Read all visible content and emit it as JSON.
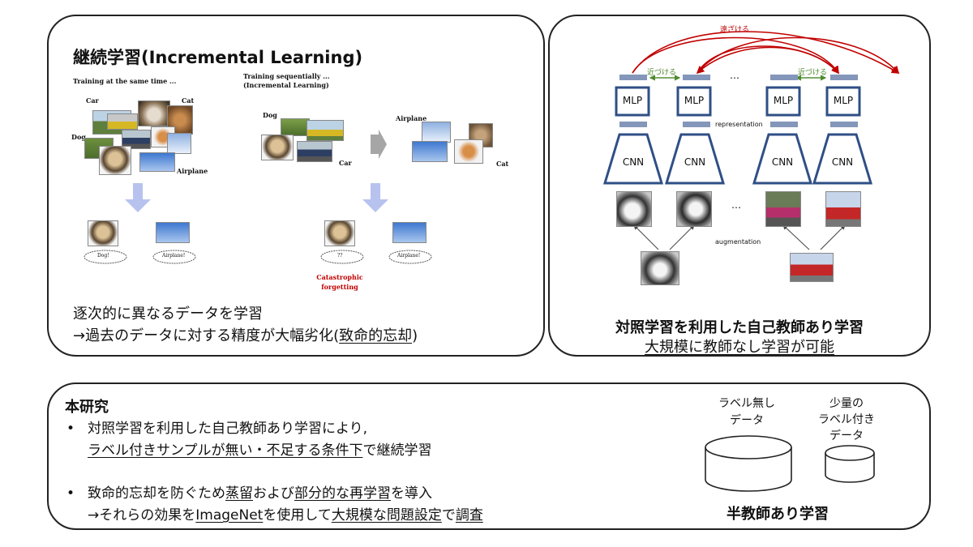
{
  "left": {
    "title": "継続学習(Incremental Learning)",
    "same_time_caption": "Training at the same time ...",
    "seq_caption_line1": "Training sequentially ...",
    "seq_caption_line2": "(Incremental Learning)",
    "labels": {
      "car": "Car",
      "cat": "Cat",
      "dog": "Dog",
      "airplane": "Airplane"
    },
    "bubbles": {
      "dog": "Dog!",
      "airplane": "Airplane!",
      "unknown": "??"
    },
    "catastrophic_line1": "Catastrophic",
    "catastrophic_line2": "forgetting",
    "desc_line1": "逐次的に異なるデータを学習",
    "desc_line2_prefix": "→過去のデータに対する精度が大幅劣化(",
    "desc_line2_term": "致命的忘却",
    "desc_line2_suffix": ")"
  },
  "right": {
    "push_apart": "遠ざける",
    "pull_together": "近づける",
    "mlp": "MLP",
    "cnn": "CNN",
    "representation": "representation",
    "augmentation": "augmentation",
    "ellipsis": "…",
    "caption": "対照学習を利用した自己教師あり学習",
    "subcaption": "大規模に教師なし学習が可能"
  },
  "bottom": {
    "heading": "本研究",
    "bullet1_line1": "対照学習を利用した自己教師あり学習により,",
    "bullet1_line2_term": "ラベル付きサンプルが無い・不足する条件下",
    "bullet1_line2_suffix": "で継続学習",
    "bullet2_line1_a": "致命的忘却を防ぐため",
    "bullet2_line1_b": "蒸留",
    "bullet2_line1_c": "および",
    "bullet2_line1_d": "部分的な再学習",
    "bullet2_line1_e": "を導入",
    "bullet2_line2_a": "→それらの効果を",
    "bullet2_line2_b": "ImageNet",
    "bullet2_line2_c": "を使用して",
    "bullet2_line2_d": "大規模な問題設定",
    "bullet2_line2_e": "で",
    "bullet2_line2_f": "調査",
    "unlabeled_line1": "ラベル無し",
    "unlabeled_line2": "データ",
    "labeled_line1": "少量の",
    "labeled_line2": "ラベル付き",
    "labeled_line3": "データ",
    "semi_caption": "半教師あり学習"
  },
  "colors": {
    "accent_red": "#c00000",
    "accent_green": "#4f8a2e",
    "box_blue": "#2f4f86",
    "arrow_lavender": "#b7c3ee",
    "arrow_grey": "#a6a6a6"
  }
}
